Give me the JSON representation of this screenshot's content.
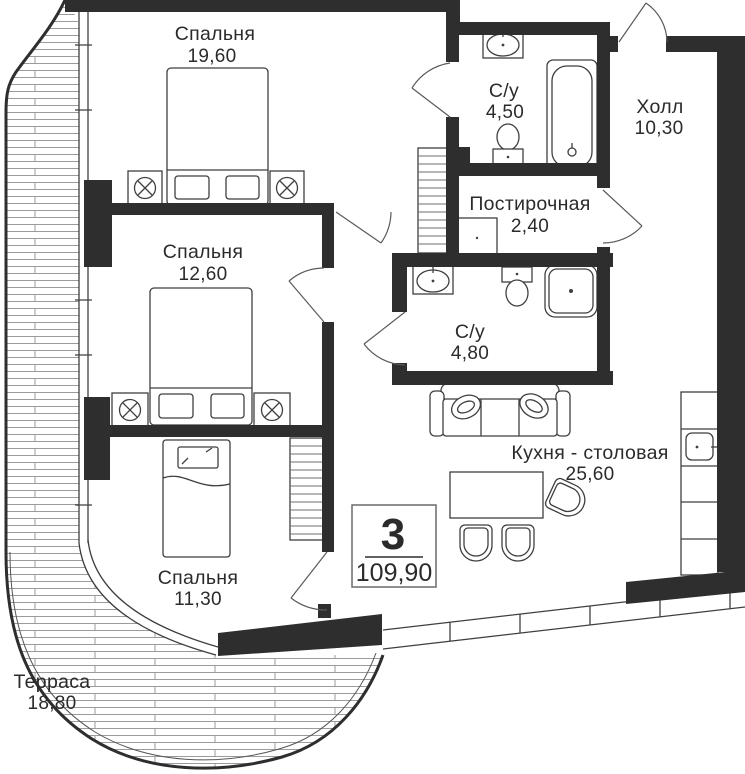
{
  "plan": {
    "rooms": {
      "bedroom1": {
        "name": "Спальня",
        "area": "19,60"
      },
      "bathroom1": {
        "name": "С/у",
        "area": "4,50"
      },
      "hall": {
        "name": "Холл",
        "area": "10,30"
      },
      "laundry": {
        "name": "Постирочная",
        "area": "2,40"
      },
      "bedroom2": {
        "name": "Спальня",
        "area": "12,60"
      },
      "bathroom2": {
        "name": "С/у",
        "area": "4,80"
      },
      "kitchen": {
        "name": "Кухня - столовая",
        "area": "25,60"
      },
      "bedroom3": {
        "name": "Спальня",
        "area": "11,30"
      },
      "terrace": {
        "name": "Терраса",
        "area": "18,80"
      }
    },
    "badge": {
      "rooms": "3",
      "area": "109,90"
    },
    "colors": {
      "wall": "#2e2e2e",
      "line": "#3f3f3f",
      "hatch": "#9b9b9b",
      "text": "#2b2b2b",
      "bg": "#ffffff"
    }
  }
}
